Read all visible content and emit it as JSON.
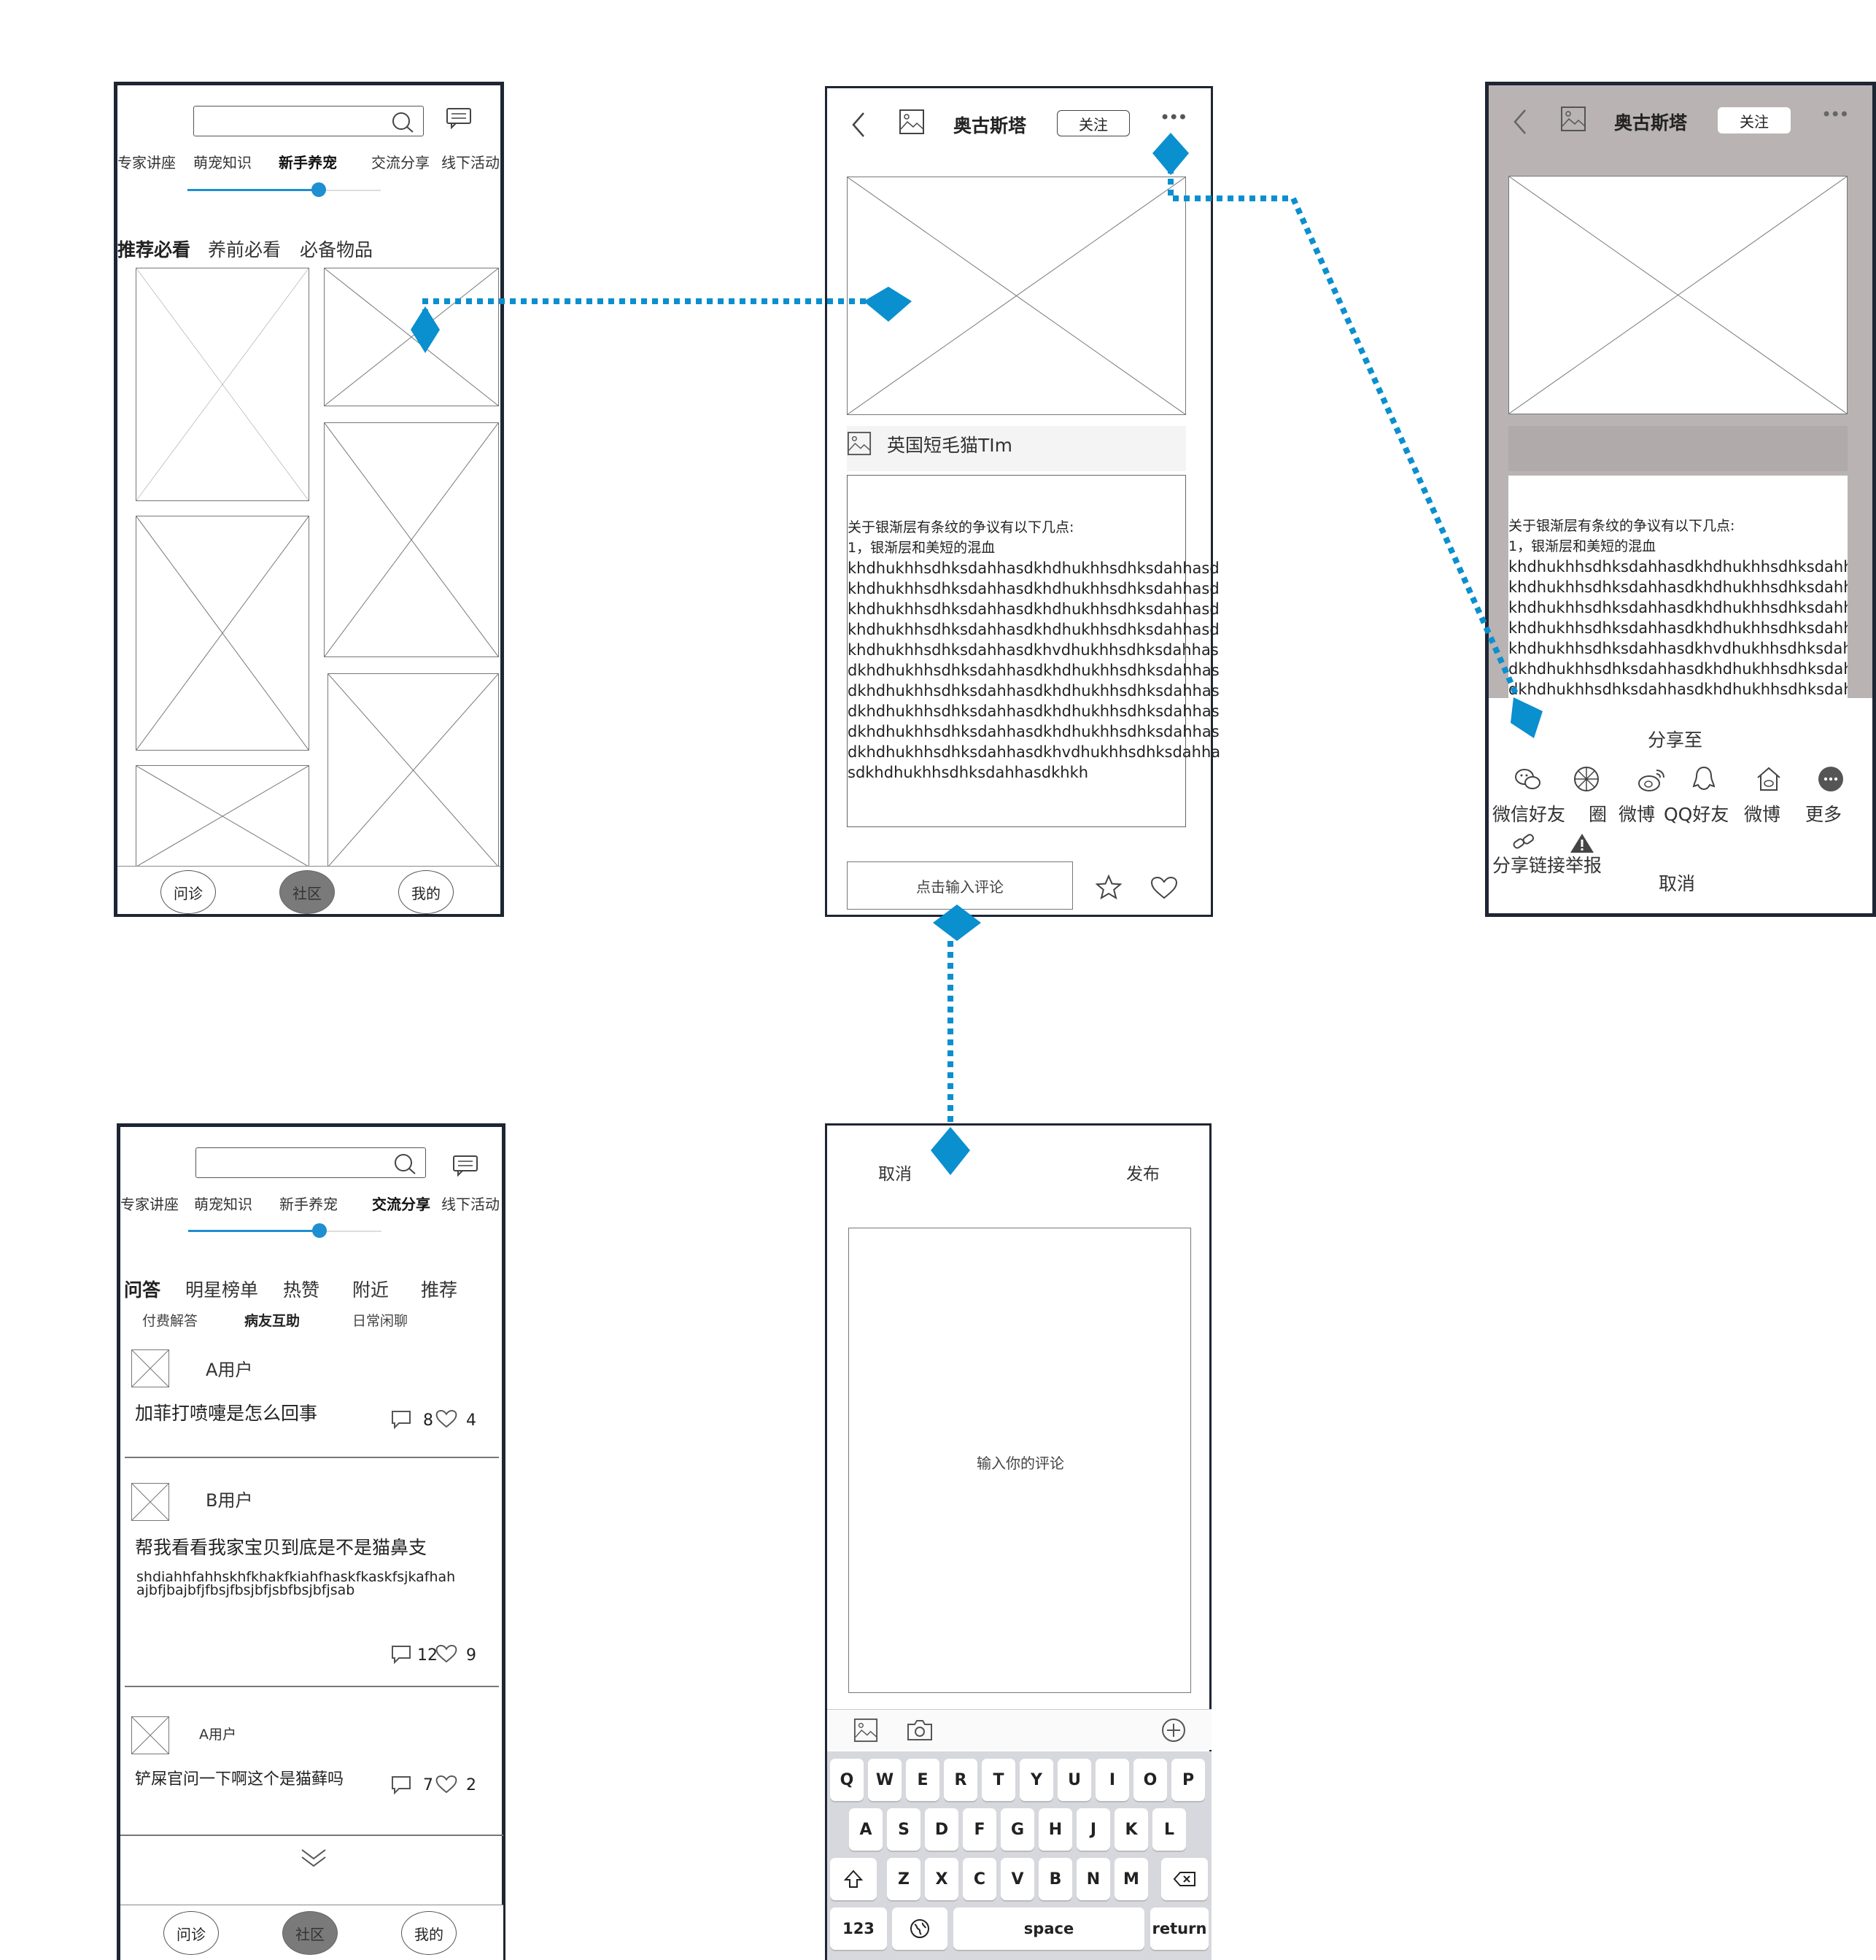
{
  "screen1": {
    "nav_tabs": [
      "专家讲座",
      "萌宠知识",
      "新手养宠",
      "交流分享",
      "线下活动"
    ],
    "active_tab": "新手养宠",
    "sub_tabs": [
      "推荐必看",
      "养前必看",
      "必备物品"
    ],
    "bottom_nav": [
      "问诊",
      "社区",
      "我的"
    ]
  },
  "screen2": {
    "author": "奥古斯塔",
    "follow_label": "关注",
    "more_label": "•••",
    "image_caption": "英国短毛猫TIm",
    "article_lines": [
      "关于银渐层有条纹的争议有以下几点:",
      "1，银渐层和美短的混血",
      "khdhukhhsdhksdahhasdkhdhukhhsdhksdahhasd",
      "khdhukhhsdhksdahhasdkhdhukhhsdhksdahhasd",
      "khdhukhhsdhksdahhasdkhdhukhhsdhksdahhasd",
      "khdhukhhsdhksdahhasdkhdhukhhsdhksdahhasd",
      "khdhukhhsdhksdahhasdkhvdhukhhsdhksdahhas",
      "dkhdhukhhsdhksdahhasdkhdhukhhsdhksdahhas",
      "dkhdhukhhsdhksdahhasdkhdhukhhsdhksdahhas",
      "dkhdhukhhsdhksdahhasdkhdhukhhsdhksdahhas",
      "dkhdhukhhsdhksdahhasdkhdhukhhsdhksdahhas",
      "dkhdhukhhsdhksdahhasdkhvdhukhhsdhksdahha",
      "sdkhdhukhhsdhksdahhasdkhkh"
    ],
    "comment_placeholder": "点击输入评论"
  },
  "screen3": {
    "author": "奥古斯塔",
    "follow_label": "关注",
    "more_label": "•••",
    "article_lines": [
      "关于银渐层有条纹的争议有以下几点:",
      "1，银渐层和美短的混血",
      "khdhukhhsdhksdahhasdkhdhukhhsdhksdahhasd",
      "khdhukhhsdhksdahhasdkhdhukhhsdhksdahhasd",
      "khdhukhhsdhksdahhasdkhdhukhhsdhksdahhasd",
      "khdhukhhsdhksdahhasdkhdhukhhsdhksdahhasd",
      "khdhukhhsdhksdahhasdkhvdhukhhsdhksdahhas",
      "dkhdhukhhsdhksdahhasdkhdhukhhsdhksdahhas",
      "dkhdhukhhsdhksdahhasdkhdhukhhsdhksdahhas"
    ],
    "share_title": "分享至",
    "share_items": [
      "微信好友",
      "圈",
      "微博",
      "QQ好友",
      "微博",
      "更多"
    ],
    "share_link": "分享链接",
    "report": "举报",
    "cancel": "取消"
  },
  "screen4": {
    "nav_tabs": [
      "专家讲座",
      "萌宠知识",
      "新手养宠",
      "交流分享",
      "线下活动"
    ],
    "active_tab": "交流分享",
    "sub_tabs": [
      "问答",
      "明星榜单",
      "热赞",
      "附近",
      "推荐"
    ],
    "sub_sub_tabs": [
      "付费解答",
      "病友互助",
      "日常闲聊"
    ],
    "posts": [
      {
        "user": "A用户",
        "title": "加菲打喷嚏是怎么回事",
        "comments": "8",
        "likes": "4"
      },
      {
        "user": "B用户",
        "title": "帮我看看我家宝贝到底是不是猫鼻支",
        "body1": "shdiahhfahhskhfkhakfkiahfhaskfkaskfsjkafhah",
        "body2": "ajbfjbajbfjfbsjfbsjbfjsbfbsjbfjsab",
        "comments": "12",
        "likes": "9"
      },
      {
        "user": "A用户",
        "title": "铲屎官问一下啊这个是猫藓吗",
        "comments": "7",
        "likes": "2"
      }
    ],
    "bottom_nav": [
      "问诊",
      "社区",
      "我的"
    ]
  },
  "screen5": {
    "cancel": "取消",
    "publish": "发布",
    "input_placeholder": "输入你的评论",
    "keyboard": {
      "row1": [
        "Q",
        "W",
        "E",
        "R",
        "T",
        "Y",
        "U",
        "I",
        "O",
        "P"
      ],
      "row2": [
        "A",
        "S",
        "D",
        "F",
        "G",
        "H",
        "J",
        "K",
        "L"
      ],
      "row3": [
        "Z",
        "X",
        "C",
        "V",
        "B",
        "N",
        "M"
      ],
      "num": "123",
      "space": "space",
      "return": "return"
    }
  }
}
